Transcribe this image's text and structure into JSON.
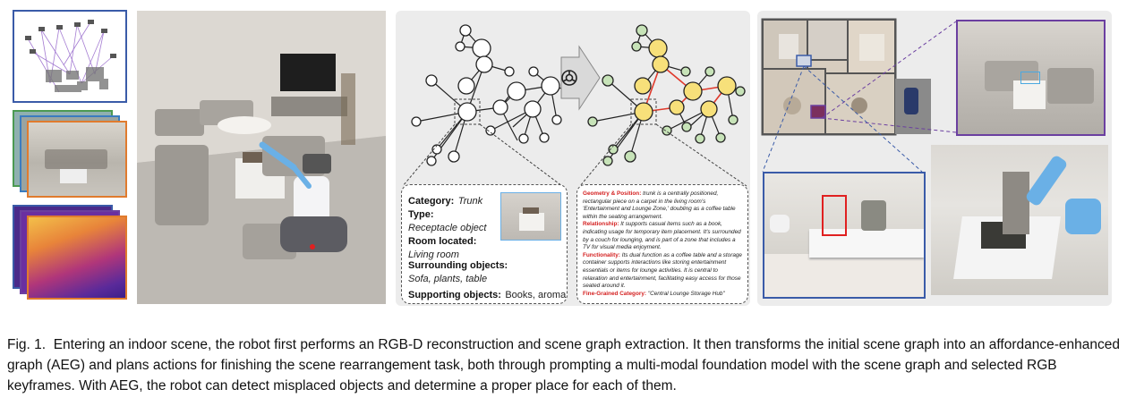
{
  "figure": {
    "caption_label": "Fig. 1.",
    "caption_text": "Entering an indoor scene, the robot first performs an RGB-D reconstruction and scene graph extraction. It then transforms the initial scene graph into an affordance-enhanced graph (AEG) and plans actions for finishing the scene rearrangement task, both through prompting a multi-modal foundation model with the scene graph and selected RGB keyframes. With AEG, the robot can detect misplaced objects and determine a proper place for each of them."
  },
  "object_card": {
    "category_label": "Category:",
    "category_value": "Trunk",
    "type_label": "Type:",
    "type_value": "Receptacle object",
    "room_label": "Room located:",
    "room_value": "Living room",
    "surrounding_label": "Surrounding objects:",
    "surrounding_value": "Sofa, plants, table",
    "supporting_label": "Supporting objects:",
    "supporting_value": "Books, aroma"
  },
  "affordance_card": {
    "geometry_label": "Geometry & Position:",
    "geometry_text": "trunk is a centrally positioned, rectangular piece on a carpet in the living room's 'Entertainment and Lounge Zone,' doubling as a coffee table within the seating arrangement.",
    "relationship_label": "Relationship:",
    "relationship_text": "It supports casual items such as a book, indicating usage for temporary item placement. It's surrounded by a couch for lounging, and is part of a zone that includes a TV for visual media enjoyment.",
    "functionality_label": "Functionality:",
    "functionality_text": "Its dual function as a coffee table and a storage container supports interactions like storing entertainment essentials or items for lounge activities. It is central to relaxation and entertainment, facilitating easy access for those seated around it.",
    "finegrained_label": "Fine-Grained Category:",
    "finegrained_text": "\"Central Lounge Storage Hub\""
  },
  "colors": {
    "node_yellow": "#f7e07a",
    "node_green": "#c7e3b8",
    "edge_red": "#e0392b",
    "frame_blue": "#3a5ba8",
    "frame_purple": "#6b3fa0",
    "frame_orange": "#e07b2e",
    "frame_green": "#4c9a52",
    "highlight_red": "#e02020"
  }
}
